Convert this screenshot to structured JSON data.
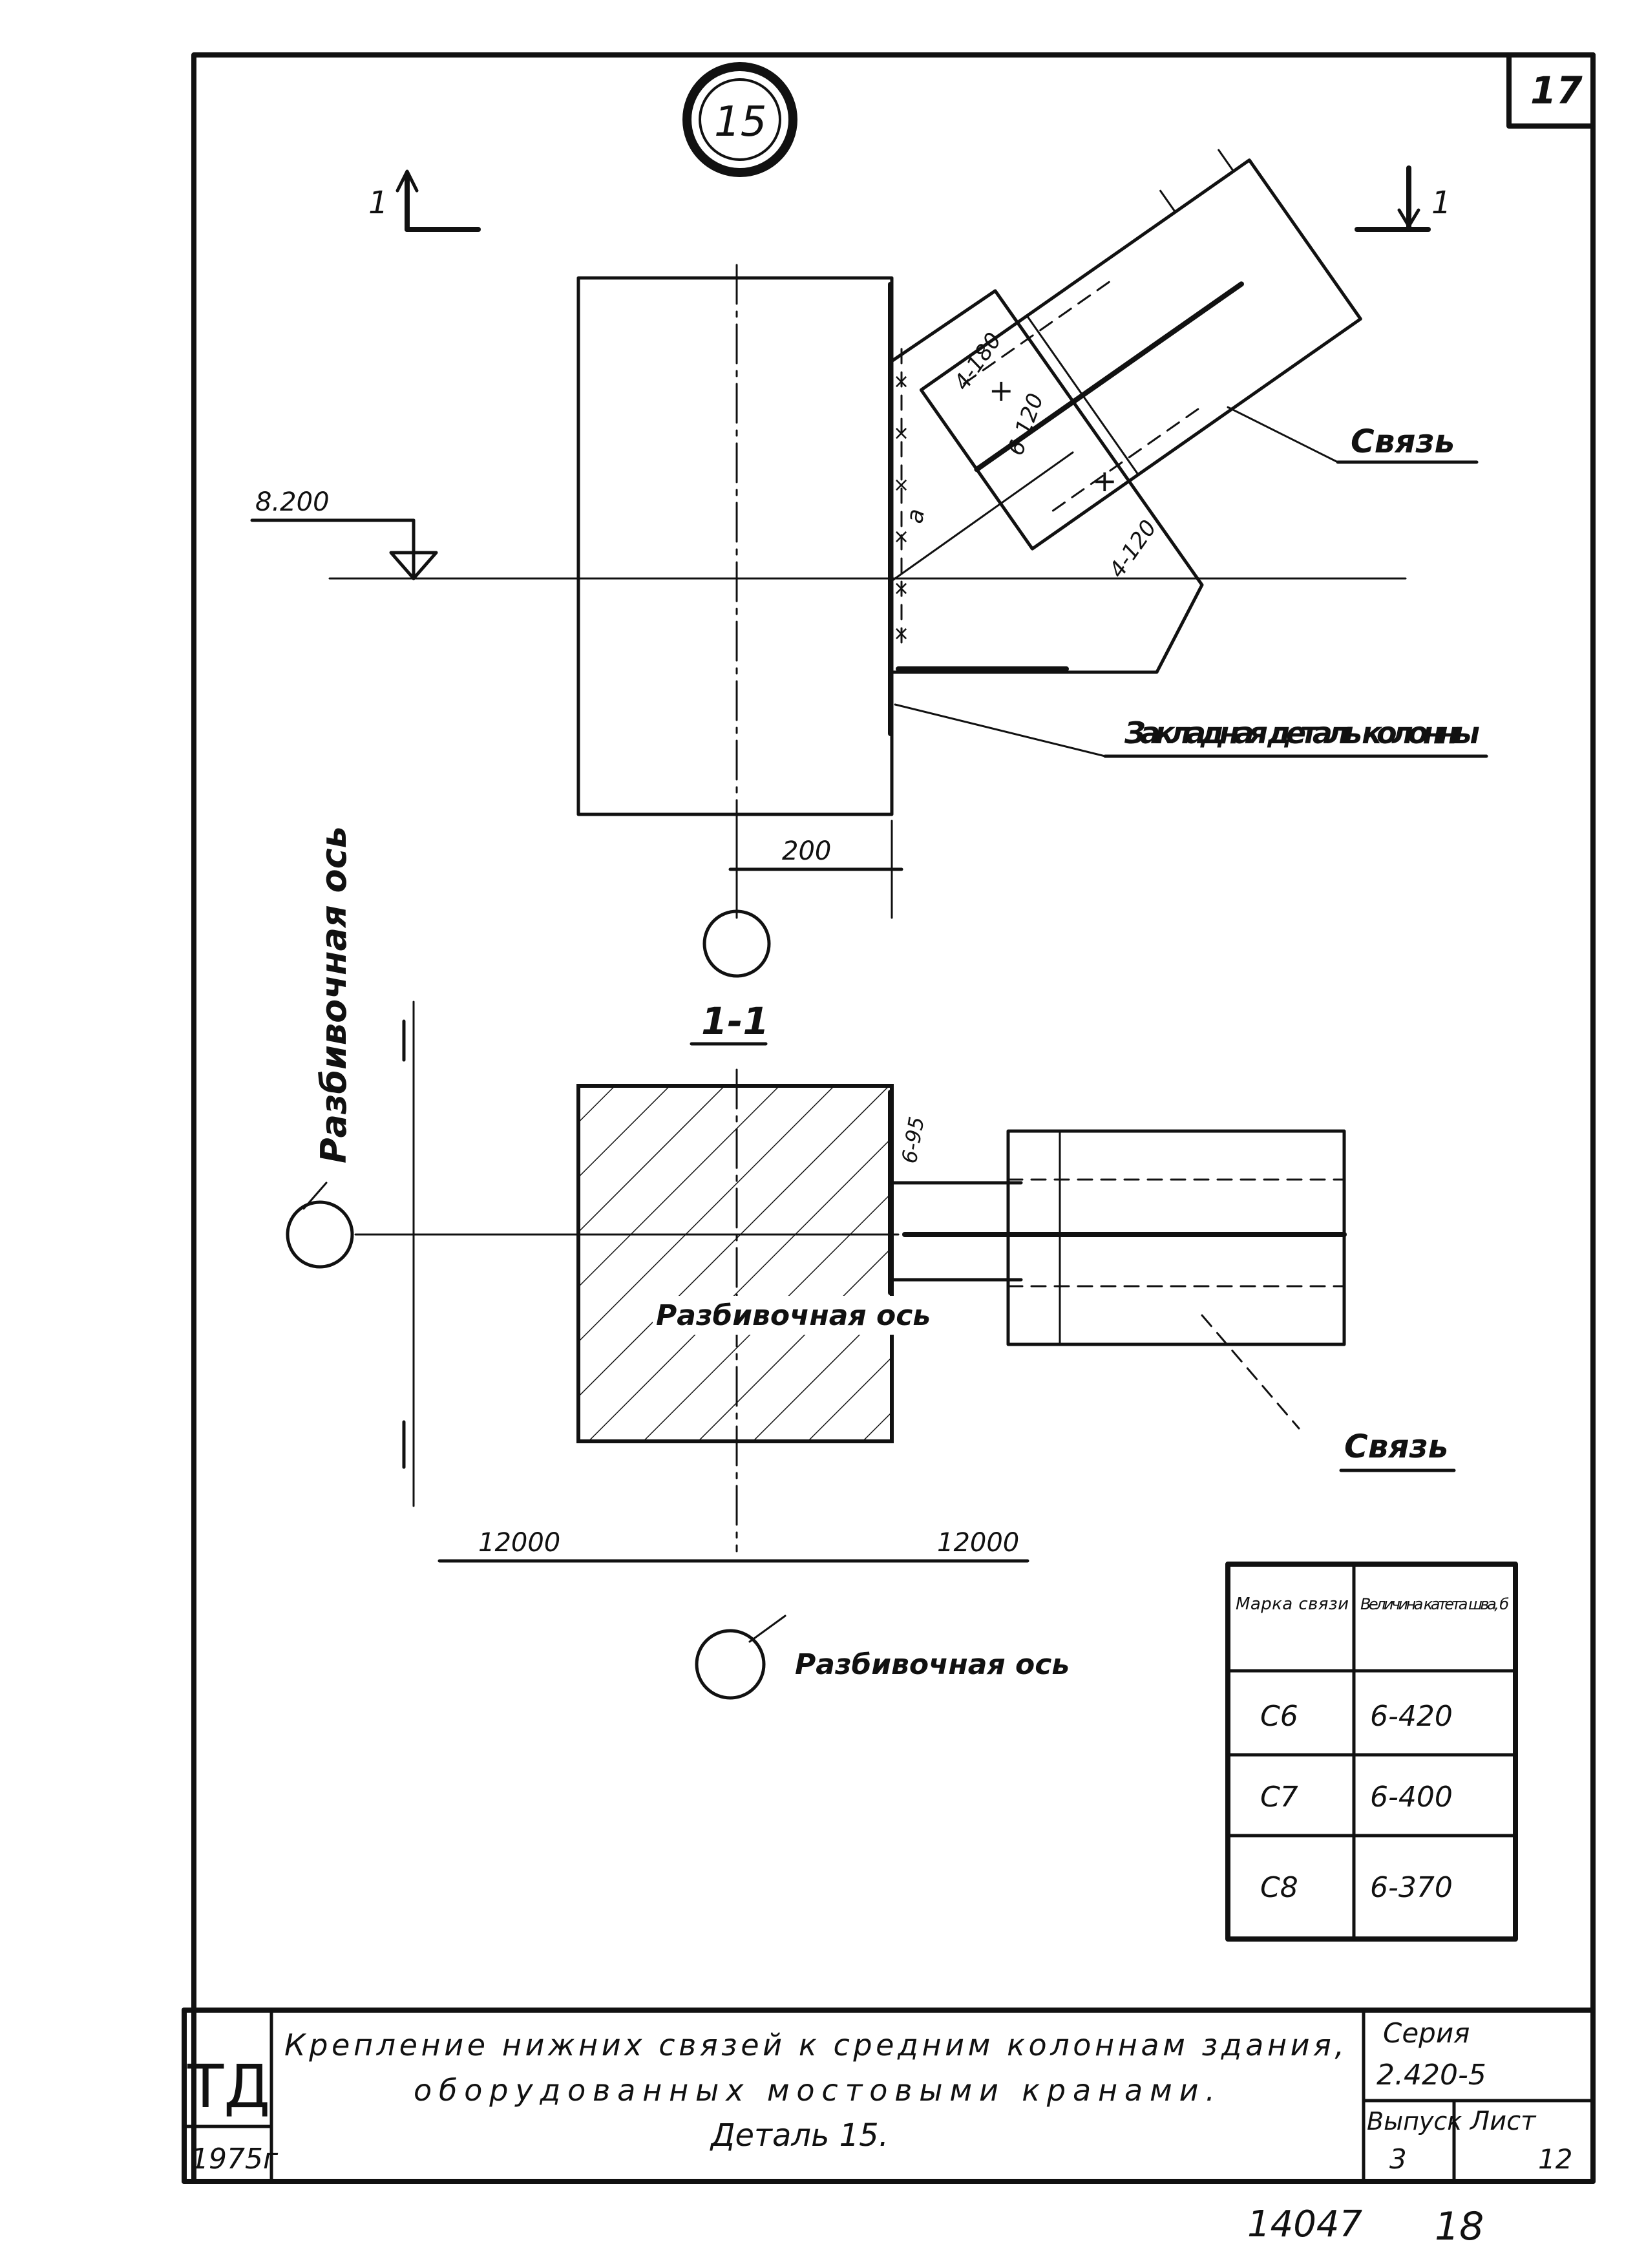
{
  "sheet_number_corner": "17",
  "detail_marker": "15",
  "section_mark_left": "1",
  "section_mark_right": "1",
  "elevation": "8.200",
  "label_svyaz_top": "Связь",
  "label_embedded_detail": "Закладная деталь колонны",
  "dim_200": "200",
  "section_title": "1-1",
  "axis_label_vertical": "Разбивочная ось",
  "axis_label_inside": "Разбивочная ось",
  "axis_label_bottom": "Разбивочная ось",
  "label_svyaz_bottom": "Связь",
  "dim_12000_left": "12000",
  "dim_12000_right": "12000",
  "weld_labels": {
    "w1": "4-180",
    "w2": "6-120",
    "w3": "4-120",
    "w4": "6-95",
    "w5": "a"
  },
  "table": {
    "headers": [
      "Марка связи",
      "Величина катета шва, б"
    ],
    "rows": [
      [
        "С6",
        "6-420"
      ],
      [
        "С7",
        "6-400"
      ],
      [
        "С8",
        "6-370"
      ]
    ]
  },
  "title_block": {
    "logo": "ТД",
    "year": "1975г",
    "title_lines": [
      "Крепление нижних связей к средним колоннам здания,",
      "оборудованных мостовыми кранами.",
      "Деталь 15."
    ],
    "series_label": "Серия",
    "series_value": "2.420-5",
    "issue_label": "Выпуск",
    "issue_value": "3",
    "sheet_label": "Лист",
    "sheet_value": "12"
  },
  "footer_number": "14047",
  "footer_page": "18"
}
